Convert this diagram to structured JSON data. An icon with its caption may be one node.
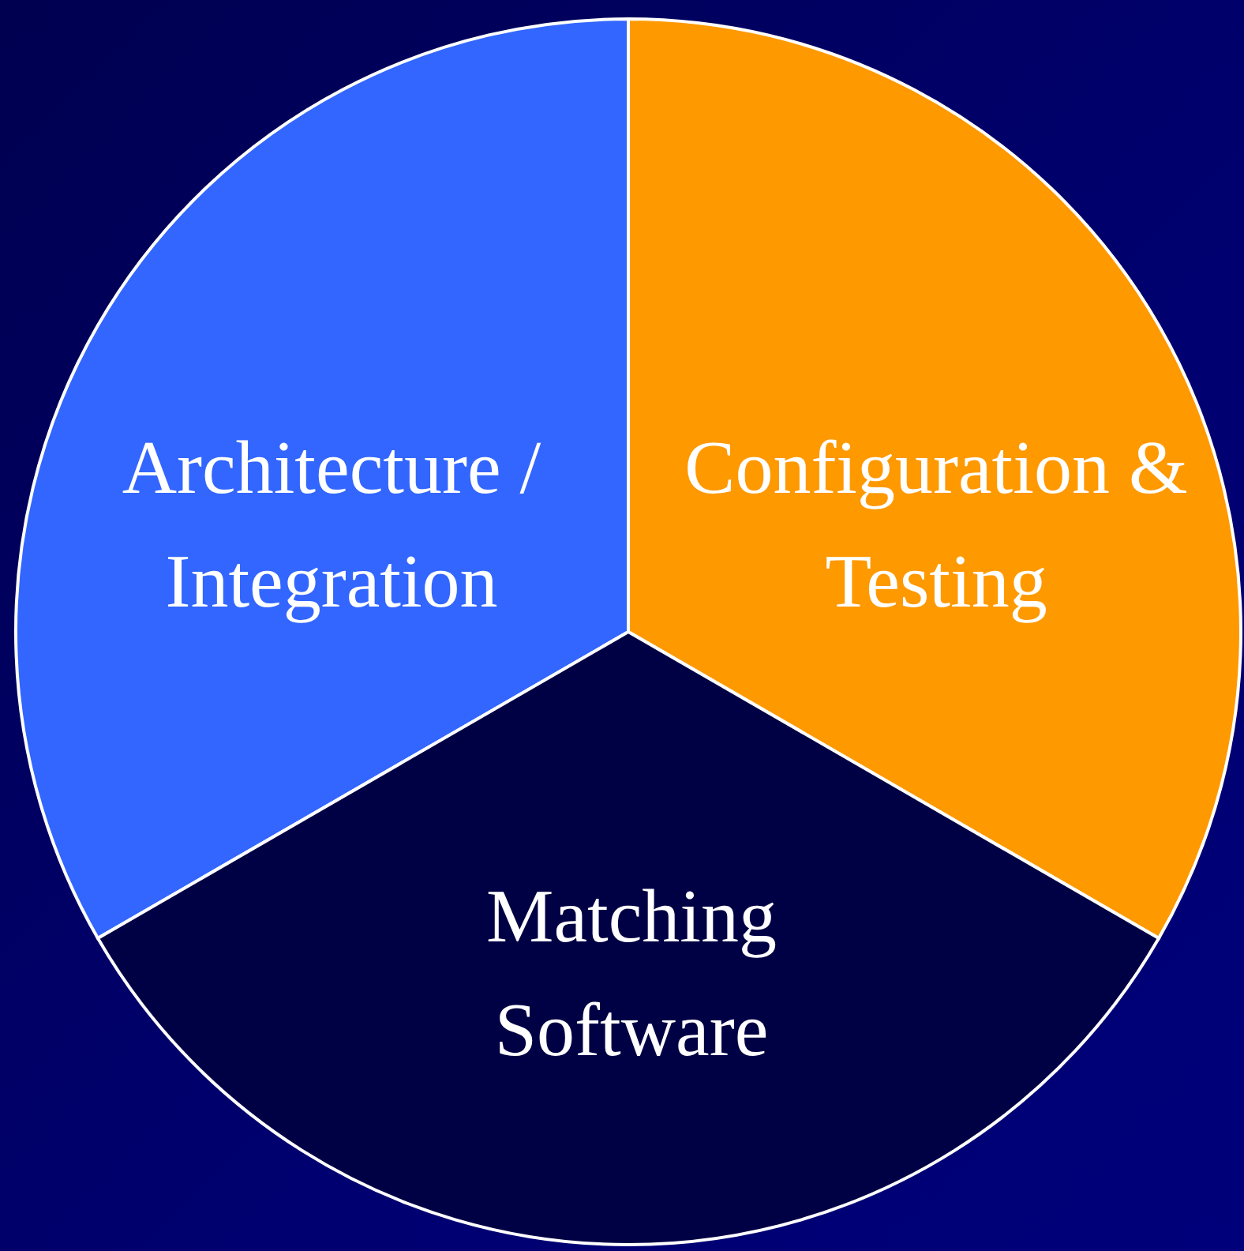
{
  "diagram": {
    "nodes": [
      {
        "text": [
          "Architecture / Integration"
        ]
      },
      {
        "text": [
          "Configuration & Testing"
        ]
      },
      {
        "text": [
          "Matching Software"
        ]
      }
    ]
  }
}
